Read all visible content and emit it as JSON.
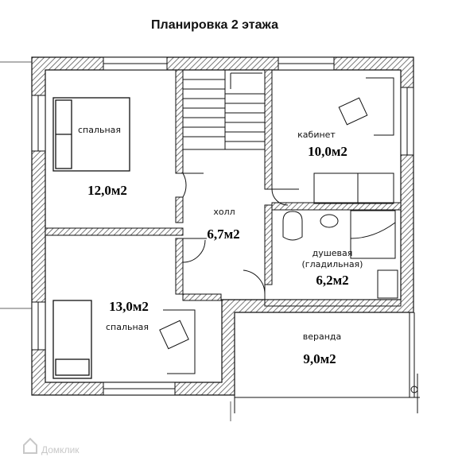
{
  "title": "Планировка 2 этажа",
  "rooms": {
    "bedroom_top": {
      "name": "спальная",
      "area": "12,0м2"
    },
    "study": {
      "name": "кабинет",
      "area": "10,0м2"
    },
    "hall": {
      "name": "холл",
      "area": "6,7м2"
    },
    "shower": {
      "name": "душевая",
      "note": "(гладильная)",
      "area": "6,2м2"
    },
    "bedroom_bottom": {
      "name": "спальная",
      "area": "13,0м2"
    },
    "veranda": {
      "name": "веранда",
      "area": "9,0м2"
    }
  },
  "watermark": "Домклик",
  "colors": {
    "ink": "#111111",
    "hatch": "#555555",
    "watermark": "#c8c8c8"
  }
}
